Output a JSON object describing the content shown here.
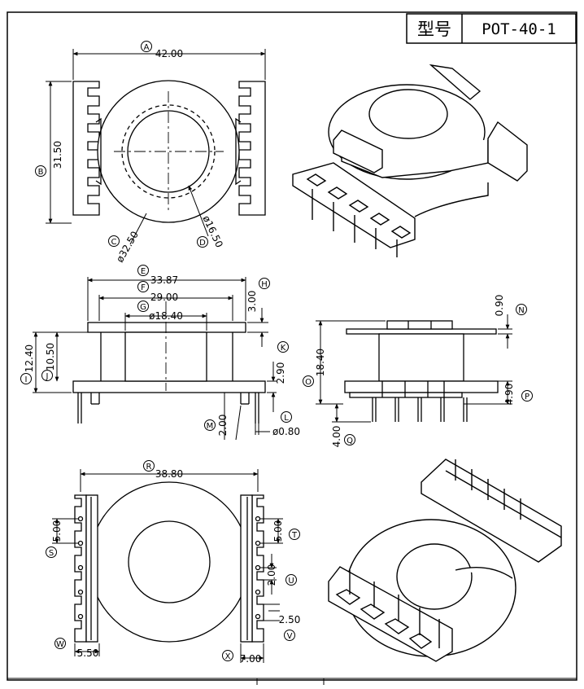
{
  "title_block": {
    "label": "型号",
    "model": "POT-40-1"
  },
  "top_view": {
    "markers": [
      "A",
      "B",
      "C",
      "D"
    ],
    "dims": [
      "42.00",
      "31.50",
      "ø32.50",
      "ø16.50"
    ]
  },
  "front_view": {
    "markers": [
      "E",
      "F",
      "G",
      "H",
      "I",
      "J",
      "K",
      "L",
      "M"
    ],
    "dims": [
      "33.87",
      "29.00",
      "ø18.40",
      "3.00",
      "12.40",
      "10.50",
      "2.90",
      "ø0.80",
      "2.00"
    ]
  },
  "side_view": {
    "markers": [
      "N",
      "O",
      "P",
      "Q"
    ],
    "dims": [
      "0.90",
      "18.40",
      "4.90",
      "4.00"
    ]
  },
  "bottom_view": {
    "markers": [
      "R",
      "S",
      "T",
      "U",
      "V",
      "W",
      "X"
    ],
    "dims": [
      "38.80",
      "5.00",
      "5.00",
      "2.00",
      "2.50",
      "5.50",
      "7.00"
    ]
  },
  "colors": {
    "line": "#000000",
    "background": "#ffffff"
  }
}
